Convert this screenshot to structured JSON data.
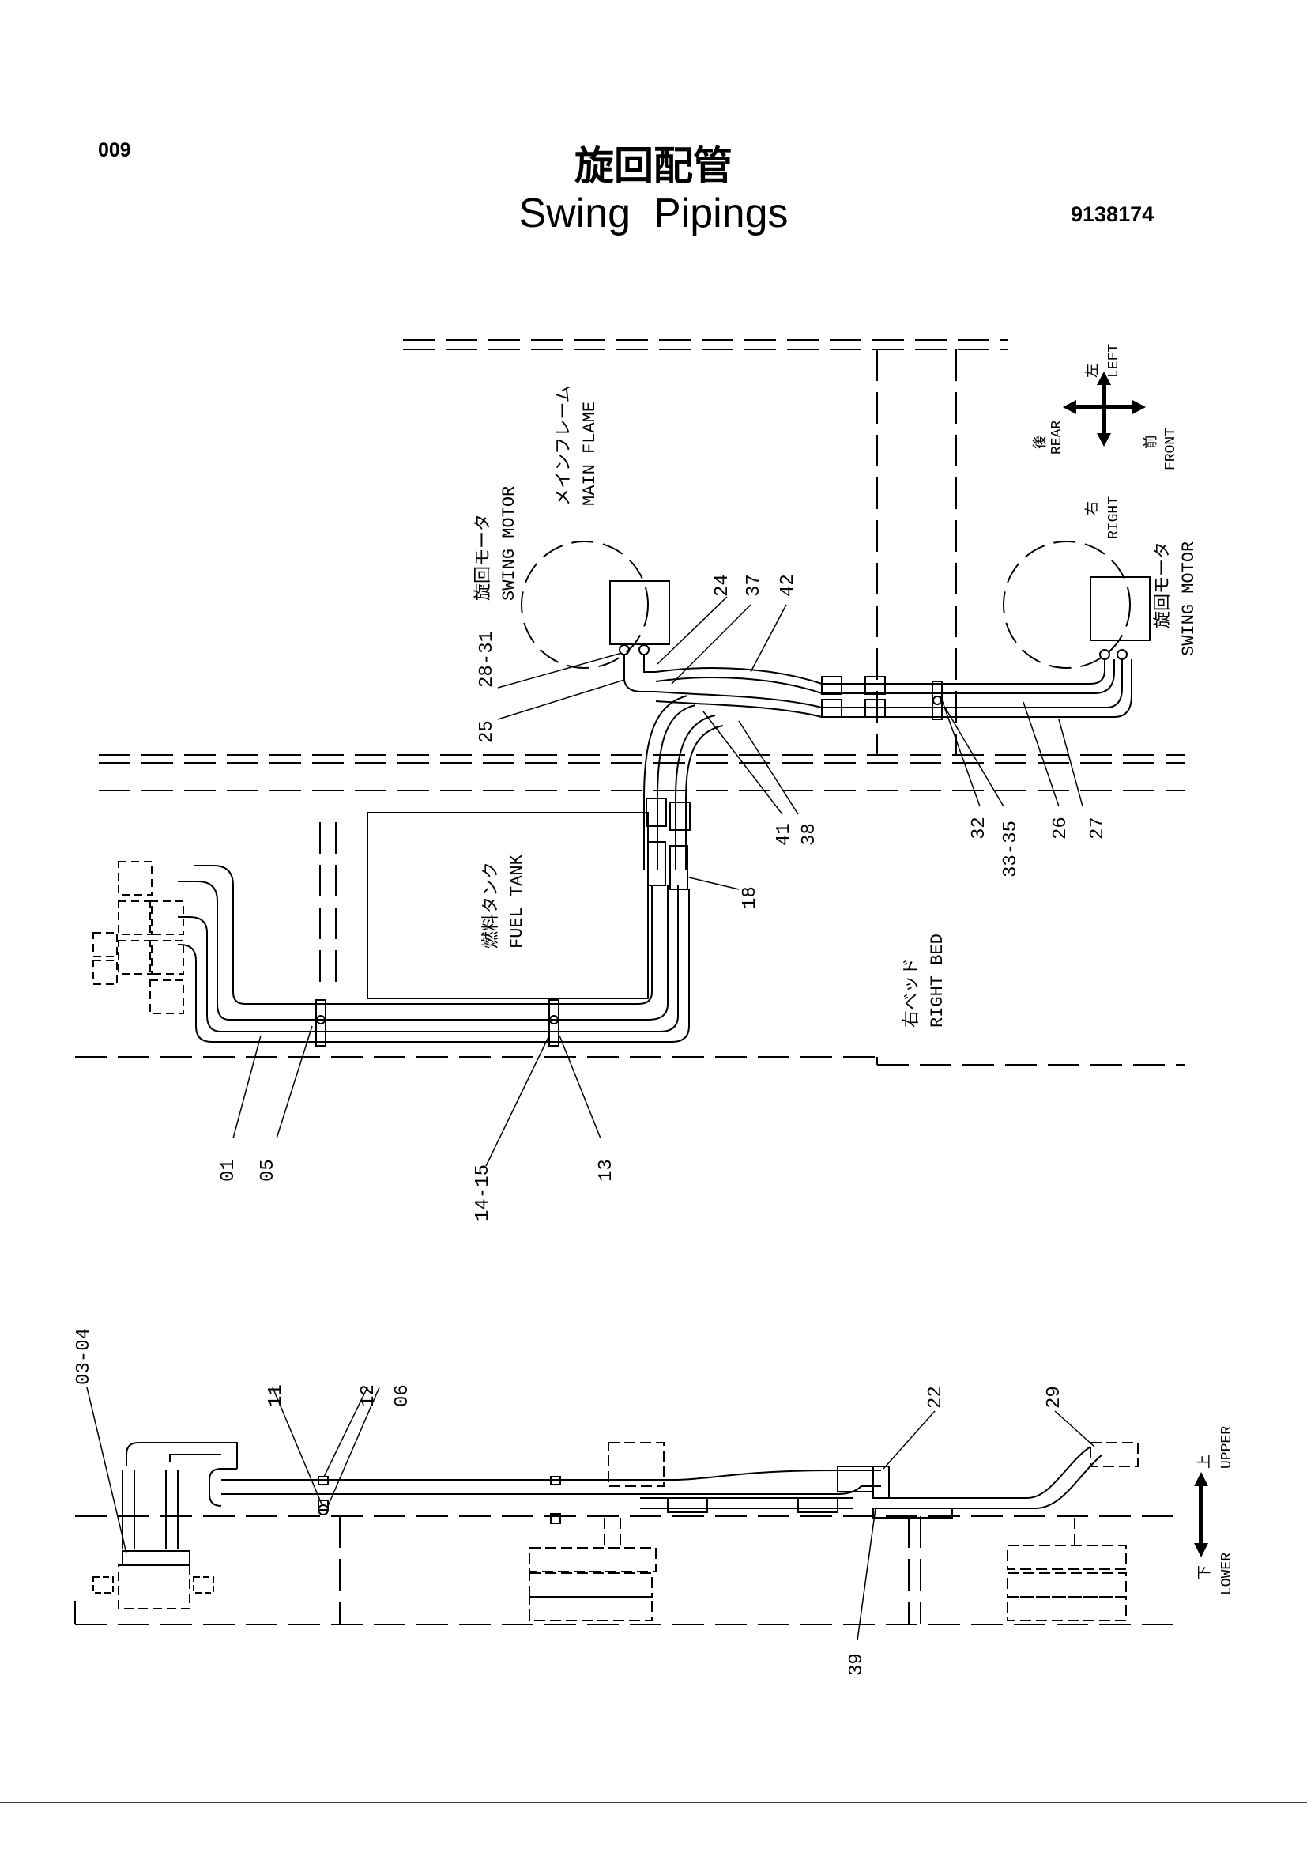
{
  "header": {
    "page_number": "009",
    "title_jp": "旋回配管",
    "title_en": "Swing  Pipings",
    "part_number": "9138174"
  },
  "labels": {
    "main_frame_jp": "メインフレーム",
    "main_frame_en": "MAIN FLAME",
    "swing_motor_jp": "旋回モータ",
    "swing_motor_en": "SWING MOTOR",
    "fuel_tank_jp": "燃料タンク",
    "fuel_tank_en": "FUEL TANK",
    "right_bed_jp": "右ベッド",
    "right_bed_en": "RIGHT BED"
  },
  "compass": {
    "left_jp": "左",
    "left_en": "LEFT",
    "rear_jp": "後",
    "rear_en": "REAR",
    "front_jp": "前",
    "front_en": "FRONT",
    "right_jp": "右",
    "right_en": "RIGHT"
  },
  "vertical_arrow": {
    "upper_jp": "上",
    "upper_en": "UPPER",
    "lower_jp": "下",
    "lower_en": "LOWER"
  },
  "callouts_top": {
    "c24": "24",
    "c37": "37",
    "c42": "42",
    "c28_31": "28-31",
    "c25": "25",
    "c41": "41",
    "c38": "38",
    "c32": "32",
    "c33_35": "33-35",
    "c26": "26",
    "c27": "27",
    "c18": "18",
    "c01": "01",
    "c05": "05",
    "c14_15": "14-15",
    "c13": "13"
  },
  "callouts_bottom": {
    "c03_04": "03-04",
    "c11": "11",
    "c12": "12",
    "c06": "06",
    "c22": "22",
    "c29": "29",
    "c39": "39"
  }
}
